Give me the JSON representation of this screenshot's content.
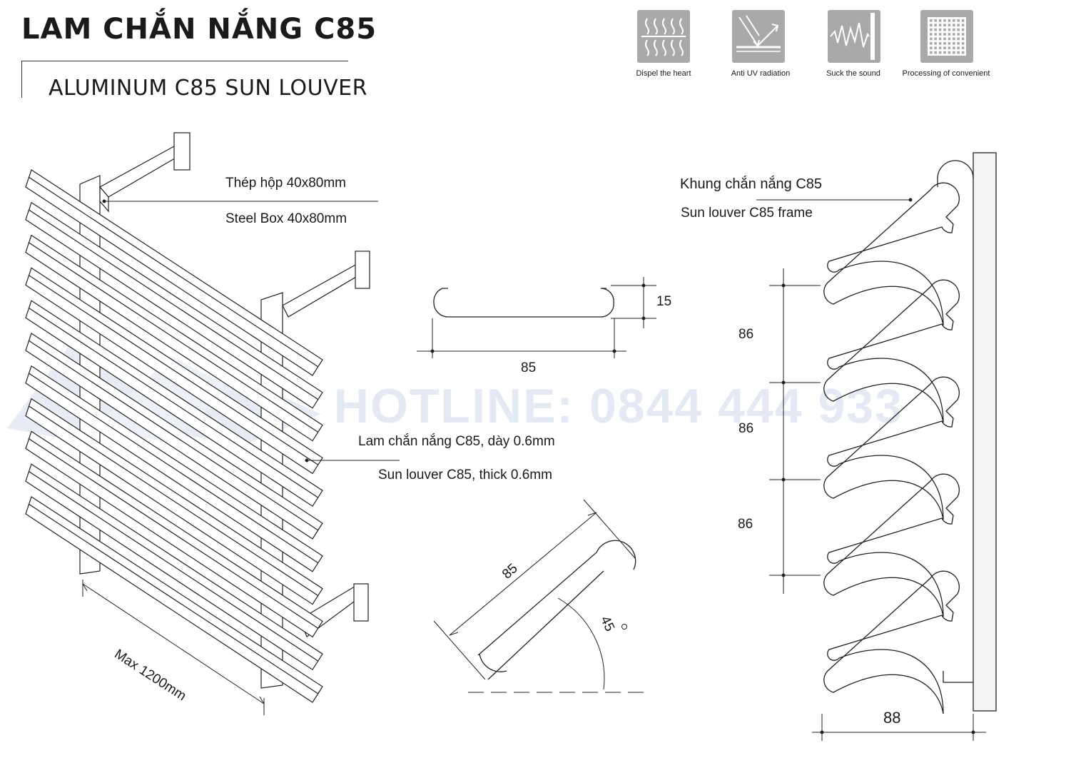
{
  "header": {
    "title": "LAM CHẮN NẮNG C85",
    "subtitle": "ALUMINUM C85 SUN LOUVER"
  },
  "features": [
    {
      "icon": "heat-dispel-icon",
      "label": "Dispel the heart"
    },
    {
      "icon": "anti-uv-icon",
      "label": "Anti UV radiation"
    },
    {
      "icon": "sound-absorb-icon",
      "label": "Suck the sound"
    },
    {
      "icon": "grid-processing-icon",
      "label": "Processing of convenient"
    }
  ],
  "watermark": "HOTLINE: 0844 444 933",
  "left_assembly": {
    "steel_vi": "Thép hộp 40x80mm",
    "steel_en": "Steel Box 40x80mm",
    "louver_vi": "Lam chắn nắng C85, dày 0.6mm",
    "louver_en": "Sun louver C85, thick 0.6mm",
    "max_length": "Max 1200mm"
  },
  "profile_section": {
    "width": "85",
    "height": "15"
  },
  "angled_section": {
    "length": "85",
    "angle": "45"
  },
  "frame": {
    "label_vi": "Khung chắn nắng C85",
    "label_en": "Sun louver C85 frame",
    "pitch_1": "86",
    "pitch_2": "86",
    "pitch_3": "86",
    "depth": "88"
  },
  "colors": {
    "line": "#222222",
    "icon_bg": "#a9a9a9",
    "watermark": "#e4e9f3"
  }
}
